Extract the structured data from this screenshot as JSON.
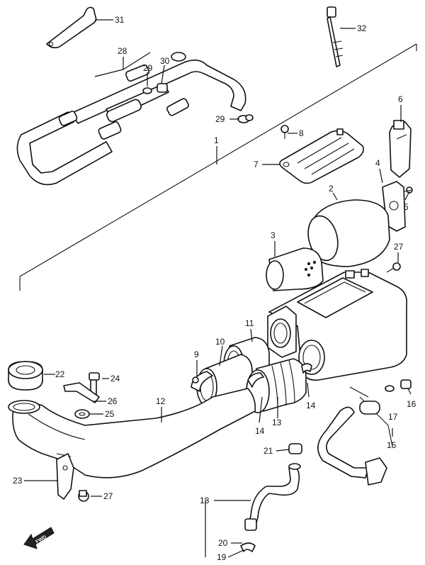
{
  "callouts": {
    "p1": "1",
    "p2": "2",
    "p3": "3",
    "p4": "4",
    "p5": "5",
    "p6": "6",
    "p7": "7",
    "p8": "8",
    "p9": "9",
    "p10": "10",
    "p11": "11",
    "p12": "12",
    "p13": "13",
    "p14a": "14",
    "p14b": "14",
    "p15": "15",
    "p16": "16",
    "p17": "17",
    "p18": "18",
    "p19": "19",
    "p20": "20",
    "p21": "21",
    "p22": "22",
    "p23": "23",
    "p24": "24",
    "p25": "25",
    "p26": "26",
    "p27a": "27",
    "p27b": "27",
    "p28": "28",
    "p29a": "29",
    "p29b": "29",
    "p30": "30",
    "p31": "31",
    "p32": "32"
  },
  "fwd_label": "FWD"
}
